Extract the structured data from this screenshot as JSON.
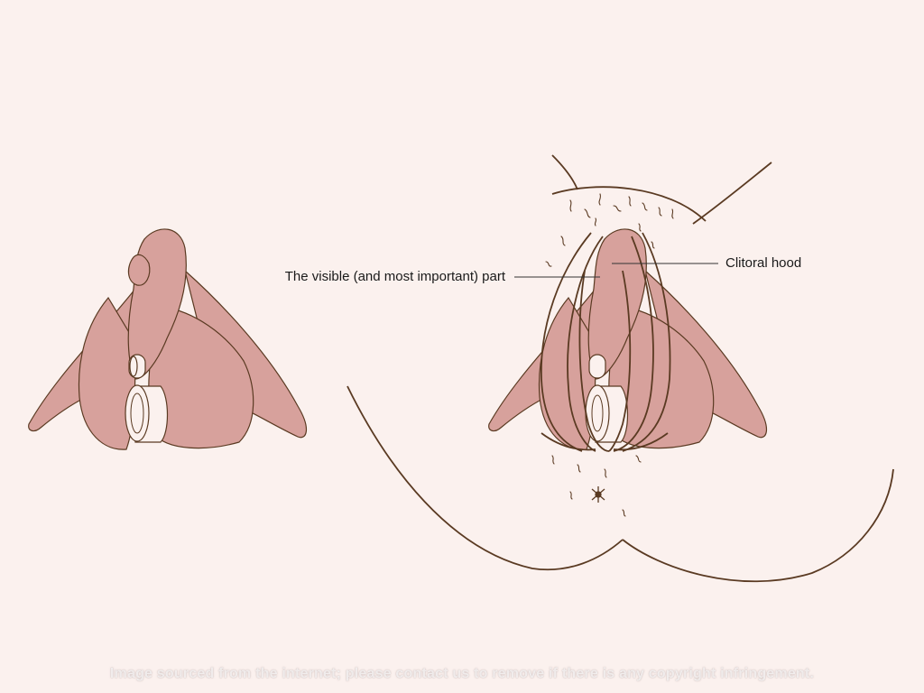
{
  "labels": {
    "left": "The visible (and most important) part",
    "right": "Clitoral hood"
  },
  "watermark": "Image sourced from the internet; please contact us to remove if there is any copyright infringement.",
  "colors": {
    "background": "#fbf1ee",
    "tissue": "#d7a19c",
    "outline": "#5a3a22",
    "leader_line": "#333333"
  }
}
